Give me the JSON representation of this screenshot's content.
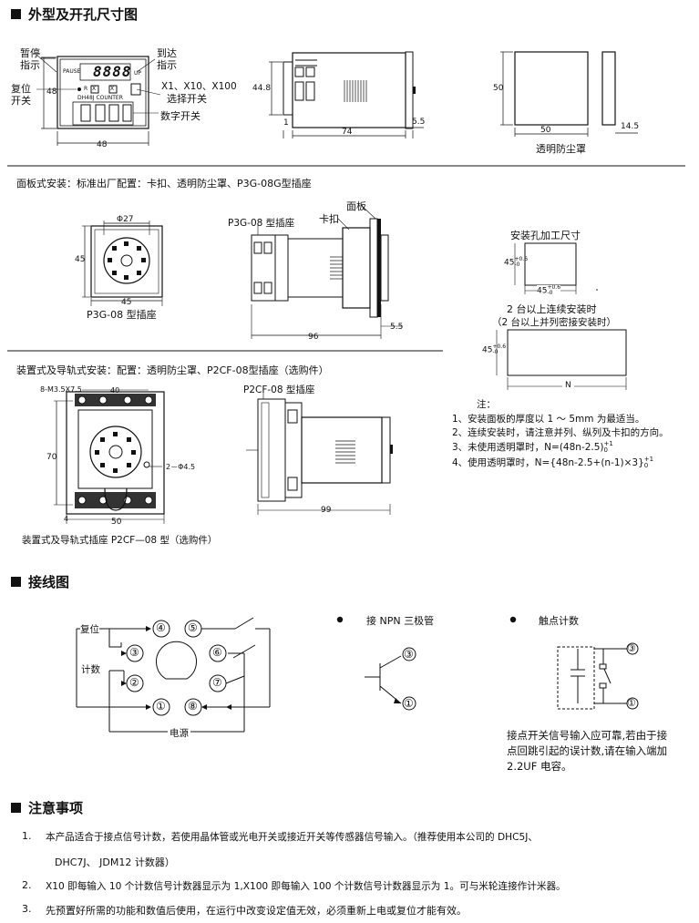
{
  "sections": {
    "outline_title": "外型及开孔尺寸图",
    "wiring_title": "接线图",
    "notes_title": "注意事项"
  },
  "front_panel": {
    "pause": "暂停",
    "indicate1": "指示",
    "arrive": "到达",
    "indicate2": "指示",
    "reset": "复位",
    "switch1": "开关",
    "range": "X1、X10、X100",
    "select_switch": "选择开关",
    "digit_switch": "数字开关",
    "display": "8888",
    "pause_label": "PAUSE",
    "up_label": "UP",
    "r_label": "R",
    "x_label": "X",
    "model": "DH48J",
    "counter": "COUNTER",
    "dim_height": "48",
    "dim_width": "48"
  },
  "side_view": {
    "dim_height": "44.8",
    "dim_depth": "74",
    "dim_front": "1",
    "dim_back": "5.5"
  },
  "dust_cover": {
    "dim_height": "50",
    "dim_width": "50",
    "dim_depth": "14.5",
    "caption": "透明防尘罩"
  },
  "panel_mount": {
    "heading": "面板式安装：标准出厂配置：卡扣、透明防尘罩、P3G-08G型插座",
    "socket_dim_dia": "Φ27",
    "socket_dim_h": "45",
    "socket_dim_w": "45",
    "socket_caption": "P3G-08 型插座",
    "side_socket": "P3G-08 型插座",
    "clip": "卡扣",
    "panel": "面板",
    "dim_total": "96",
    "dim_back": "5.5"
  },
  "cutout": {
    "title": "安装孔加工尺寸",
    "dim_v": "45",
    "dim_v_tol": "+0.6",
    "dim_v_tol2": "-0",
    "dim_h": "45",
    "dim_h_tol": "+0.6",
    "dim_h_tol2": "-0",
    "multi_title1": "2 台以上连续安装时",
    "multi_title2": "（2 台以上并列密接安装时）",
    "multi_v": "45",
    "multi_v_tol": "+0.6",
    "multi_v_tol2": "-0",
    "multi_n": "N",
    "note_head": "注：",
    "note1": "1、安装面板的厚度以 1 ～ 5mm 为最适当。",
    "note2": "2、连续安装时，请注意并列、纵列及卡扣的方向。",
    "note3": "3、未使用透明罩时，N=(48n-2.5)",
    "note3_sup": "+1",
    "note3_sub": "0",
    "note4": "4、使用透明罩时，N={48n-2.5+(n-1)×3}",
    "note4_sup": "+1",
    "note4_sub": "0"
  },
  "rail_mount": {
    "heading": "装置式及导轨式安装：配置：透明防尘罩、P2CF-08型插座（选购件）",
    "screw": "8-M3.5X7.5",
    "dim_w": "40",
    "dim_h": "70",
    "hole": "2－Φ4.5",
    "dim_bottom": "50",
    "dim_small": "4",
    "side_socket": "P2CF-08 型插座",
    "dim_total": "99",
    "caption": "装置式及导轨式插座 P2CF—08 型（选购件）"
  },
  "wiring": {
    "reset": "复位",
    "count": "计数",
    "power": "电源",
    "pins": [
      "①",
      "②",
      "③",
      "④",
      "⑤",
      "⑥",
      "⑦",
      "⑧"
    ],
    "npn_title": "接 NPN 三极管",
    "contact_title": "触点计数",
    "npn_pin3": "③",
    "npn_pin1": "①",
    "contact_pin3": "③",
    "contact_pin1": "①",
    "contact_note1": "接点开关信号输入应可靠,若由于接",
    "contact_note2": "点回跳引起的误计数,请在输入端加",
    "contact_note3": "2.2UF 电容。"
  },
  "notes": {
    "n1_num": "1.",
    "n1a": "本产品适合于接点信号计数，若使用晶体管或光电开关或接近开关等传感器信号输入。（推荐使用本公司的 DHC5J、",
    "n1b": "DHC7J、 JDM12 计数器）",
    "n2_num": "2.",
    "n2": "X10 即每输入 10 个计数信号计数器显示为 1,X100 即每输入 100 个计数信号计数器显示为 1。可与米轮连接作计米器。",
    "n3_num": "3.",
    "n3": "先预置好所需的功能和数值后使用，在运行中改变设定值无效，必须重新上电或复位才能有效。"
  }
}
